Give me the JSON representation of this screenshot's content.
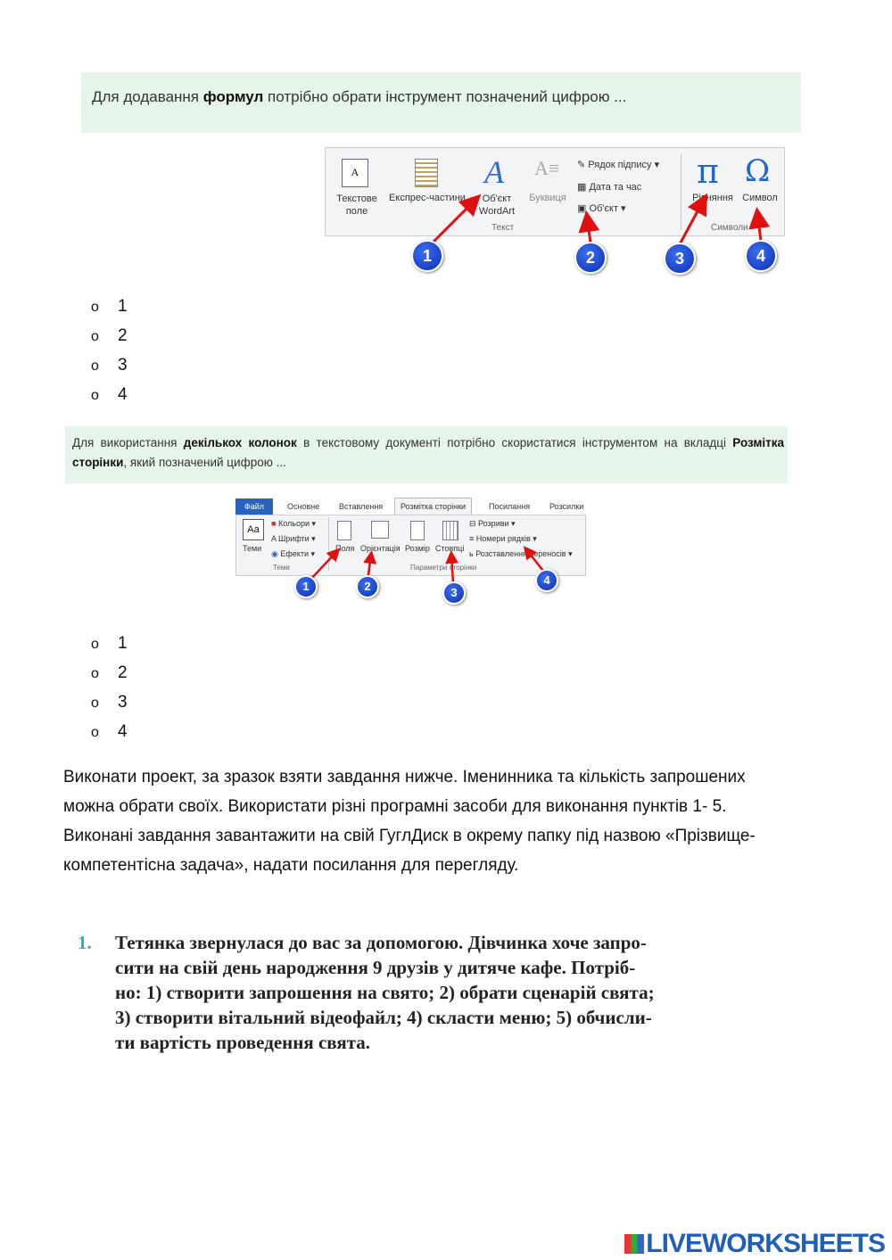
{
  "question1": {
    "text_before": "Для додавання ",
    "text_bold": "формул",
    "text_after": " потрібно обрати інструмент позначений цифрою ...",
    "ribbon": {
      "text_box": "Текстове\nполе",
      "quick_parts": "Експрес-частини",
      "wordart": "Об'єкт\nWordArt",
      "dropcap": "Буквиця",
      "signature_line": "Рядок підпису",
      "date_time": "Дата та час",
      "object": "Об'єкт",
      "group_text": "Текст",
      "equation": "Рівняння",
      "symbol": "Символ",
      "group_symbols": "Символи"
    },
    "badges": [
      "1",
      "2",
      "3",
      "4"
    ],
    "options": [
      "1",
      "2",
      "3",
      "4"
    ]
  },
  "question2": {
    "part1": "Для використання ",
    "bold1": "декількох колонок",
    "part2": " в текстовому документі потрібно скористатися інструментом на вкладці ",
    "bold2": "Розмітка сторінки",
    "part3": ", який позначений цифрою ...",
    "ribbon": {
      "tabs": [
        "Файл",
        "Основне",
        "Вставлення",
        "Розмітка сторінки",
        "Посилання",
        "Розсилки"
      ],
      "themes": "Теми",
      "colors": "Кольори",
      "fonts": "Шрифти",
      "effects": "Ефекти",
      "margins": "Поля",
      "orientation": "Орієнтація",
      "size": "Розмір",
      "columns": "Стовпці",
      "breaks": "Розриви",
      "line_numbers": "Номери рядків",
      "hyphenation": "Розставлення переносів",
      "group_themes": "Теми",
      "group_page_setup": "Параметри сторінки"
    },
    "badges": [
      "1",
      "2",
      "3",
      "4"
    ],
    "options": [
      "1",
      "2",
      "3",
      "4"
    ]
  },
  "paragraph": "Виконати проект, за зразок взяти завдання нижче. Іменинника та кількість запрошених можна обрати своїх. Використати різні програмні засоби для виконання пунктів 1- 5. Виконані завдання завантажити на свій ГуглДиск в окрему папку під назвою «Прізвище-компетентісна задача», надати посилання для перегляду.",
  "task": {
    "number": "1.",
    "lines": [
      "Тетянка звернулася до вас за допомогою. Дівчинка хоче запро-",
      "сити на свій день народження 9 друзів у дитяче кафе. Потріб-",
      "но: 1) створити запрошення на свято; 2) обрати сценарій свята;",
      "3) створити вітальний відеофайл; 4) скласти меню; 5) обчисли-",
      "ти вартість проведення свята."
    ]
  },
  "logo": "LIVEWORKSHEETS",
  "colors": {
    "green_box": "#e6f5e9",
    "badge_blue": "#1a3fd0",
    "arrow_red": "#e01010",
    "task_number": "#3aa0d8"
  }
}
